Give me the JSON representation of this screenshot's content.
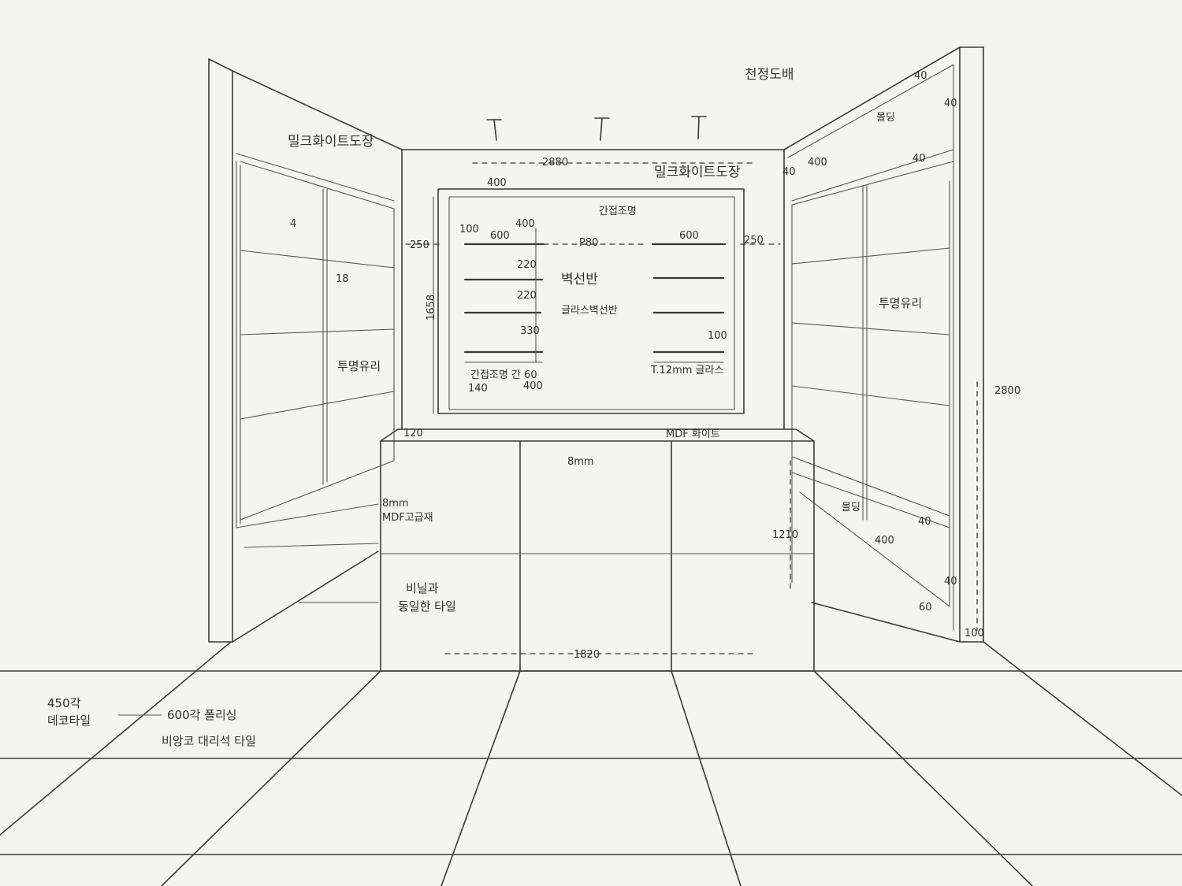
{
  "labels": {
    "ceiling_finish": "천정도배",
    "left_wall_finish": "밀크화이트도장",
    "back_wall_finish": "밀크화이트도장",
    "glass_shelf_lighting": "간접조명",
    "glass_shelf_name": "벽선반",
    "glass_shelf_sub": "글라스벽선반",
    "indirect_light_note": "간접조명 간 60",
    "shelf_spec": "T.12mm 글라스",
    "transparent_glass_left": "투명유리",
    "transparent_glass_right": "투명유리",
    "molding_top": "몰딩",
    "molding_bottom": "몰딩",
    "counter_top": "MDF 화이트",
    "counter_panel": "MDF고급재",
    "counter_finish_1": "비닐과",
    "counter_finish_2": "동일한 타일",
    "floor_deco_1": "450각",
    "floor_deco_2": "데코타일",
    "floor_tile_1": "600각 폴리싱",
    "floor_tile_2": "비앙코 대리석 타일"
  },
  "dimensions": {
    "back_width": "2880",
    "top_gap": "400",
    "left_margin": "250",
    "right_margin": "250",
    "box_height": "1658",
    "shelf_left_width": "600",
    "shelf_right_width": "600",
    "shelf_gap": "P80",
    "shelf_edge": "100",
    "shelf_inner": "400",
    "spacing_1": "220",
    "spacing_2": "220",
    "spacing_3": "330",
    "bottom_left": "140",
    "bottom_mid": "400",
    "right_shelf_note": "100",
    "counter_top_edge": "120",
    "counter_reveal": "8mm",
    "counter_side_reveal": "8mm",
    "counter_height": "1210",
    "counter_width": "1820",
    "frame_gap": "18",
    "room_height": "2800",
    "right_top_1": "40",
    "right_top_2": "40",
    "right_top_3": "40",
    "right_top_4": "400",
    "right_top_5": "40",
    "right_mid_1": "40",
    "right_low_1": "400",
    "right_low_2": "40",
    "right_low_3": "60",
    "right_base": "100",
    "left_pane_mark": "4"
  }
}
